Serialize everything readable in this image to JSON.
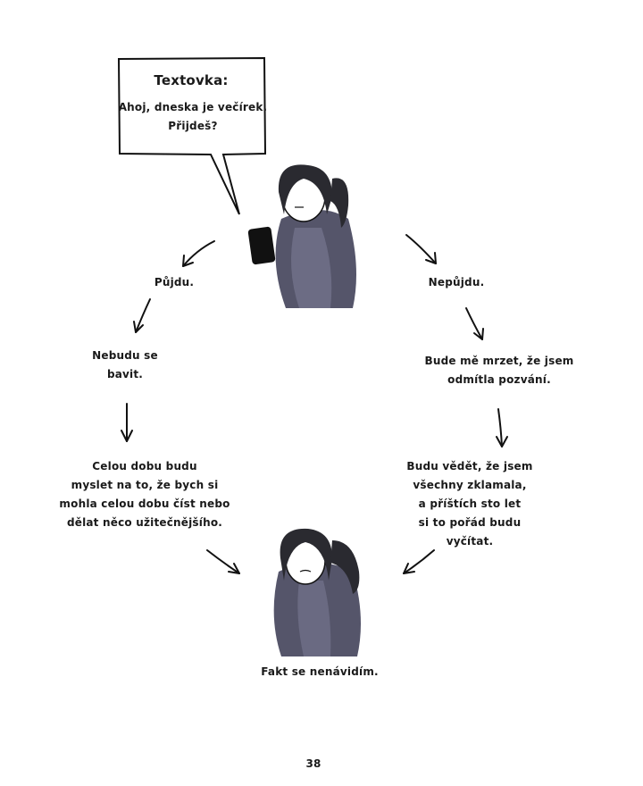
{
  "speech_bubble": {
    "title": "Textovka:",
    "lines": [
      "Ahoj, dneska je večírek.",
      "Přijdeš?"
    ]
  },
  "left_branch": [
    {
      "lines": [
        "Půjdu."
      ]
    },
    {
      "lines": [
        "Nebudu se",
        "bavit."
      ]
    },
    {
      "lines": [
        "Celou dobu budu",
        "myslet na to, že bych si",
        "mohla celou dobu číst nebo",
        "dělat něco užitečnějšího."
      ]
    }
  ],
  "right_branch": [
    {
      "lines": [
        "Nepůjdu."
      ]
    },
    {
      "lines": [
        "Bude mě mrzet, že jsem",
        "odmítla pozvání."
      ]
    },
    {
      "lines": [
        "Budu vědět, že jsem",
        "všechny zklamala,",
        "a příštích sto let",
        "si to pořád budu",
        "vyčítat."
      ]
    }
  ],
  "conclusion": "Fakt se nenávidím.",
  "page_number": "38"
}
